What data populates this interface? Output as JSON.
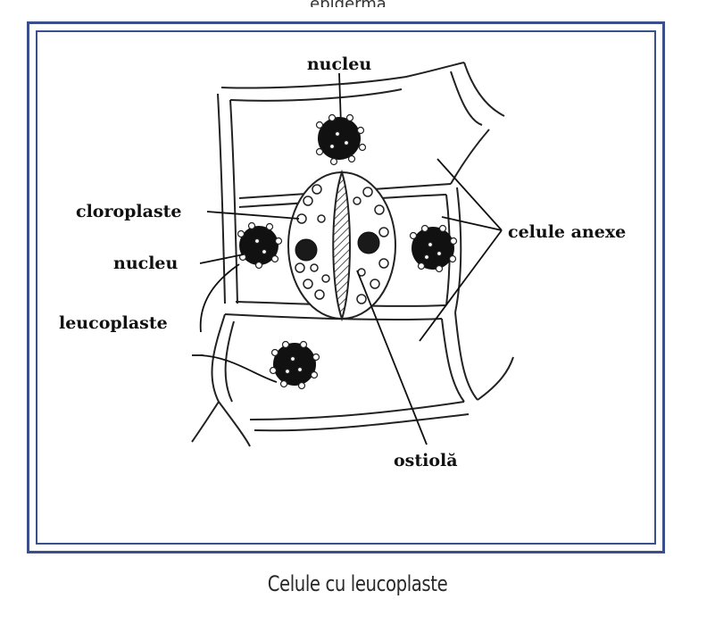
{
  "header_fragment": "epidermă",
  "labels": {
    "nucleu_top": "nucleu",
    "cloroplaste": "cloroplaste",
    "nucleu_left": "nucleu",
    "leucoplaste": "leucoplaste",
    "celule_anexe": "celule anexe",
    "ostiola": "ostiolă"
  },
  "caption": "Celule cu leucoplaste",
  "colors": {
    "frame": "#3a4f8c",
    "ink": "#111111"
  }
}
